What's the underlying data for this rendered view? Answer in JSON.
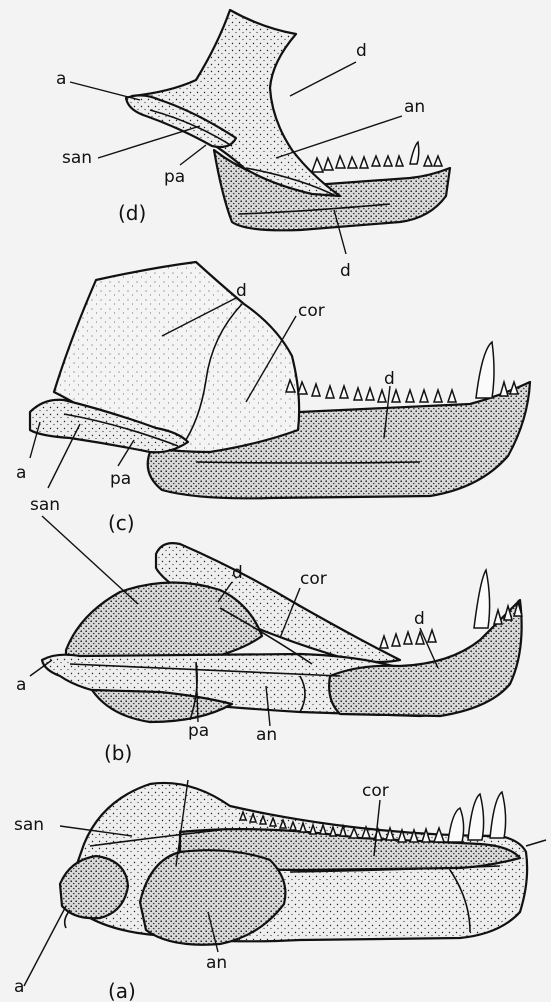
{
  "panels": [
    {
      "id": "d",
      "caption": "(d)",
      "labels": {
        "a": "a",
        "san": "san",
        "pa": "pa",
        "d_upper": "d",
        "an": "an",
        "d_lower": "d"
      }
    },
    {
      "id": "c",
      "caption": "(c)",
      "labels": {
        "d_upper": "d",
        "cor": "cor",
        "d_right": "d",
        "a": "a",
        "pa": "pa",
        "san": "san"
      }
    },
    {
      "id": "b",
      "caption": "(b)",
      "labels": {
        "d_upper": "d",
        "cor": "cor",
        "d_right": "d",
        "a": "a",
        "pa": "pa",
        "an": "an"
      }
    },
    {
      "id": "a",
      "caption": "(a)",
      "labels": {
        "san": "san",
        "cor": "cor",
        "a": "a",
        "an": "an"
      }
    }
  ],
  "colors": {
    "ink": "#111111",
    "paper": "#f3f3f3",
    "bone_light": "#e9e9e9",
    "bone_dark": "#cfcfcf"
  }
}
